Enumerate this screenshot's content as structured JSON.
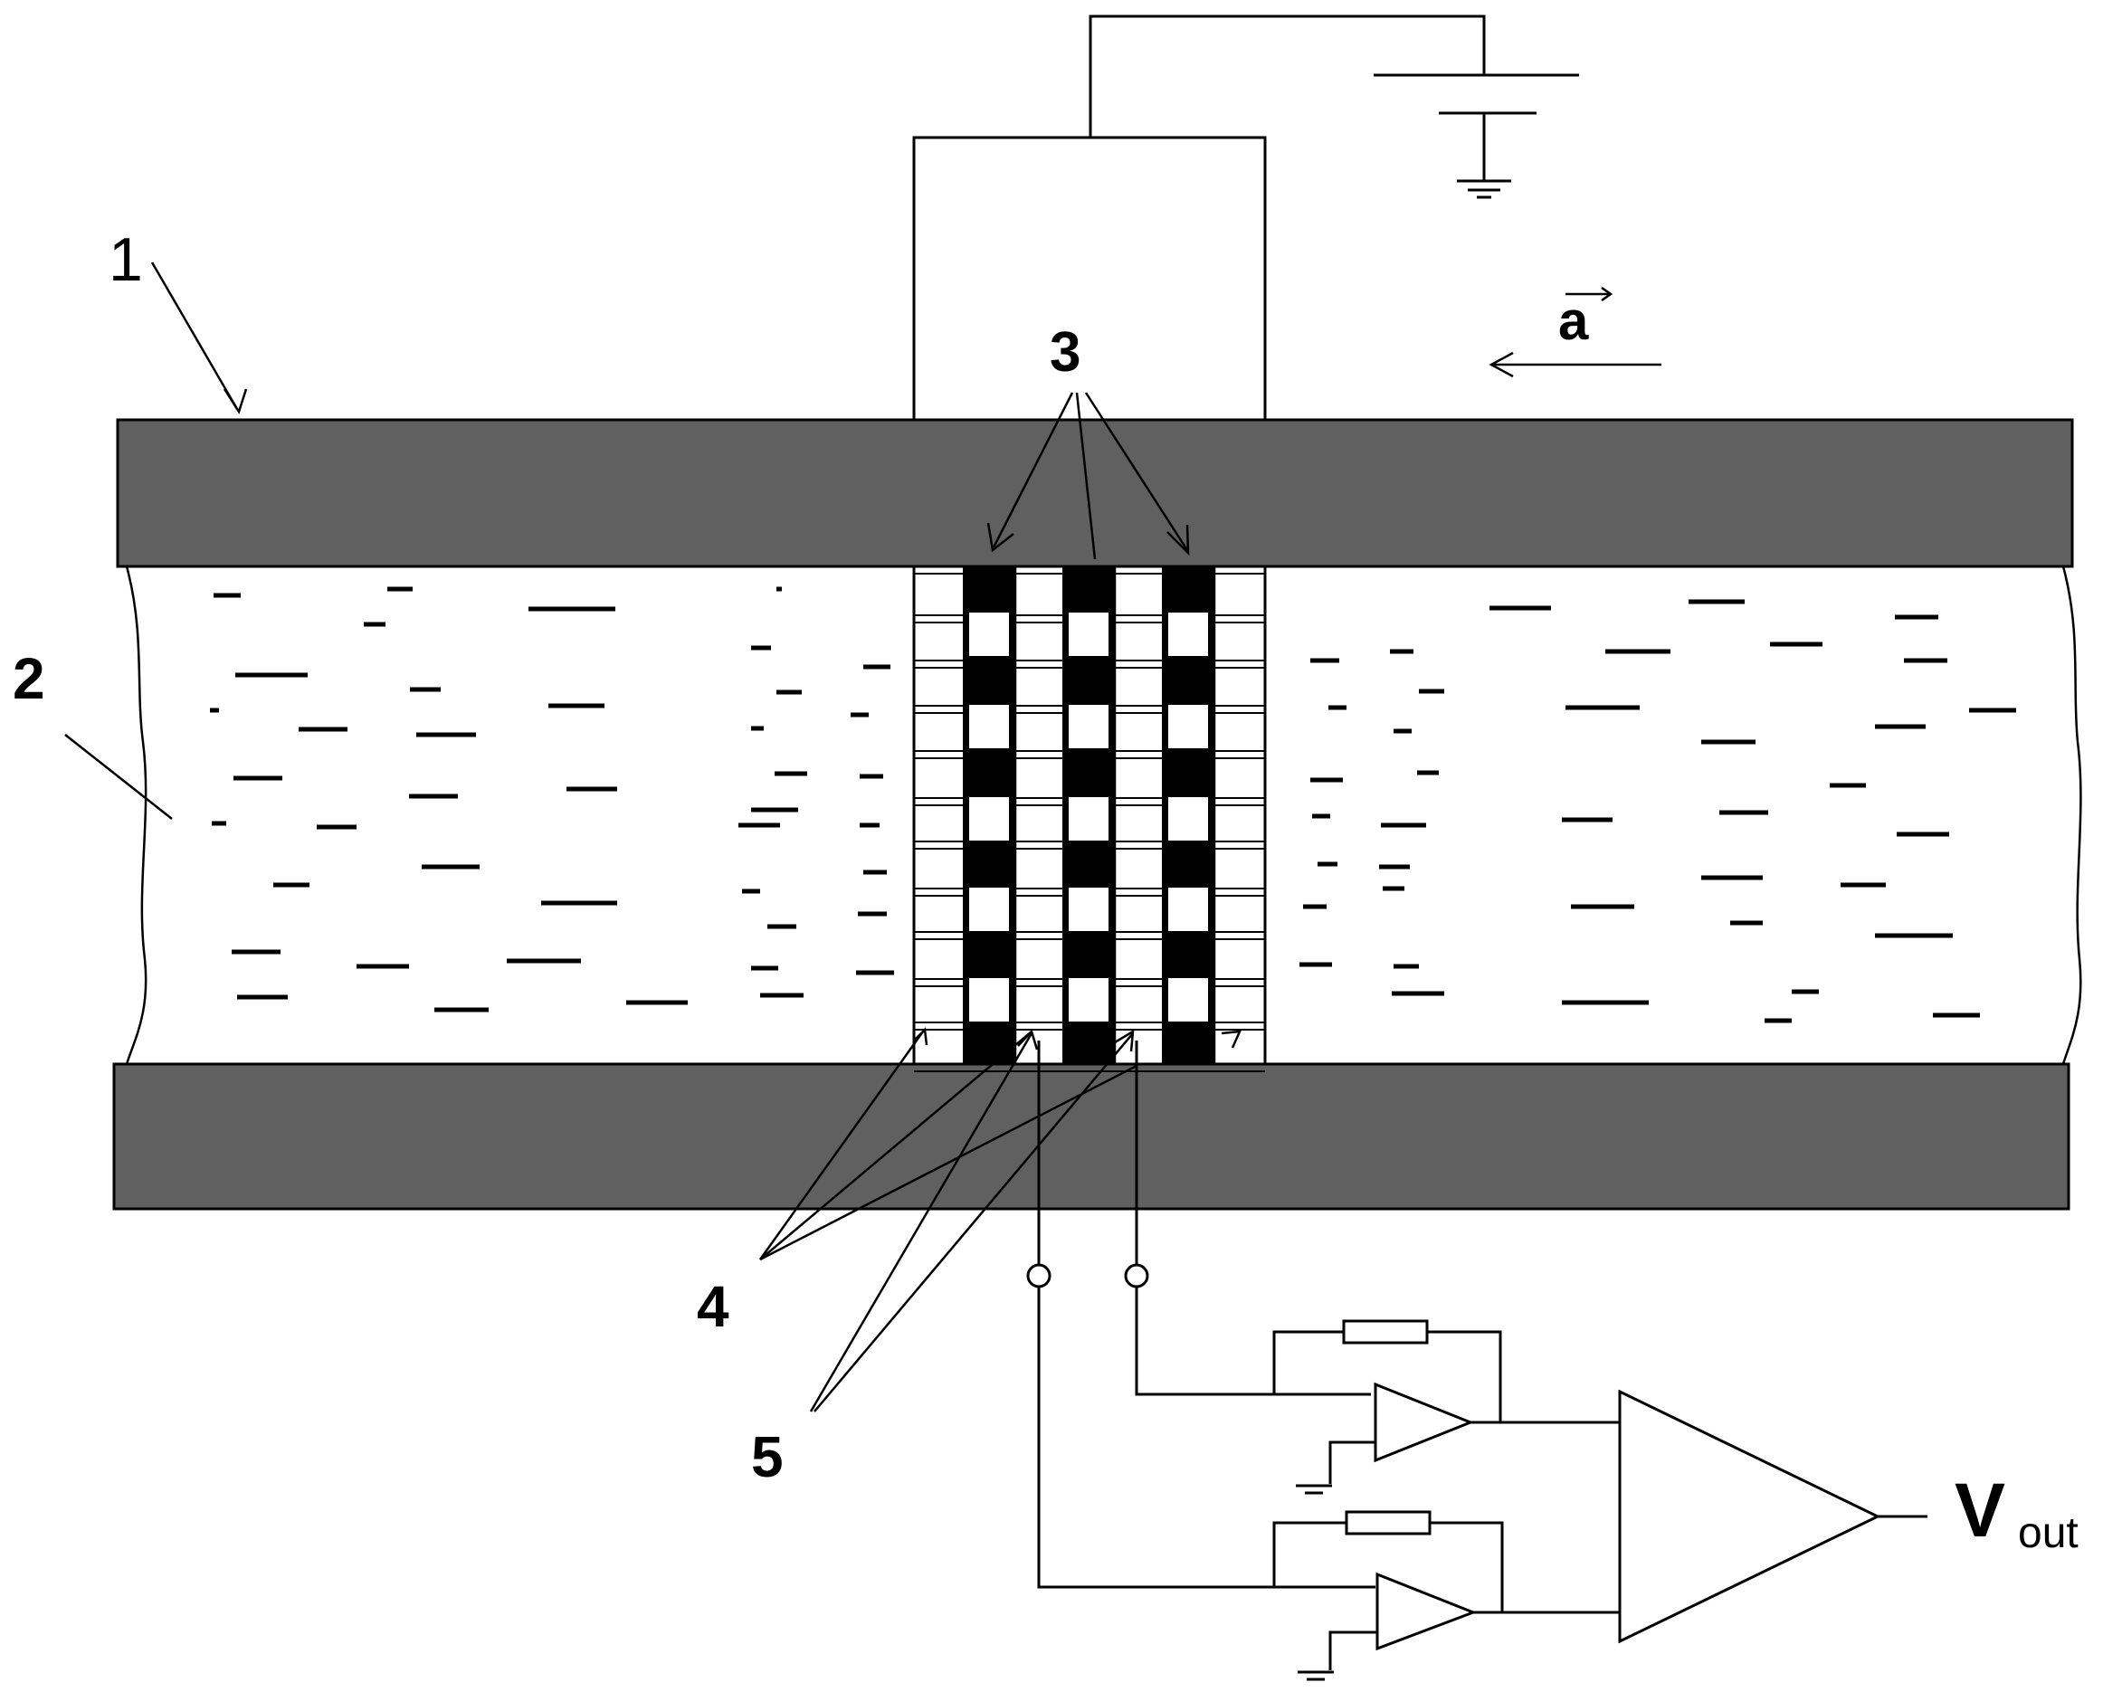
{
  "labels": {
    "wall": "1",
    "fluid": "2",
    "sensing_strips": "3",
    "electrodes_4": "4",
    "electrodes_5": "5",
    "acceleration_symbol": "a",
    "output_v": "V",
    "output_sub": "out"
  },
  "colors": {
    "wall_fill": "#606060",
    "strip_fill": "#000000",
    "line": "#000000",
    "background": "#ffffff"
  }
}
